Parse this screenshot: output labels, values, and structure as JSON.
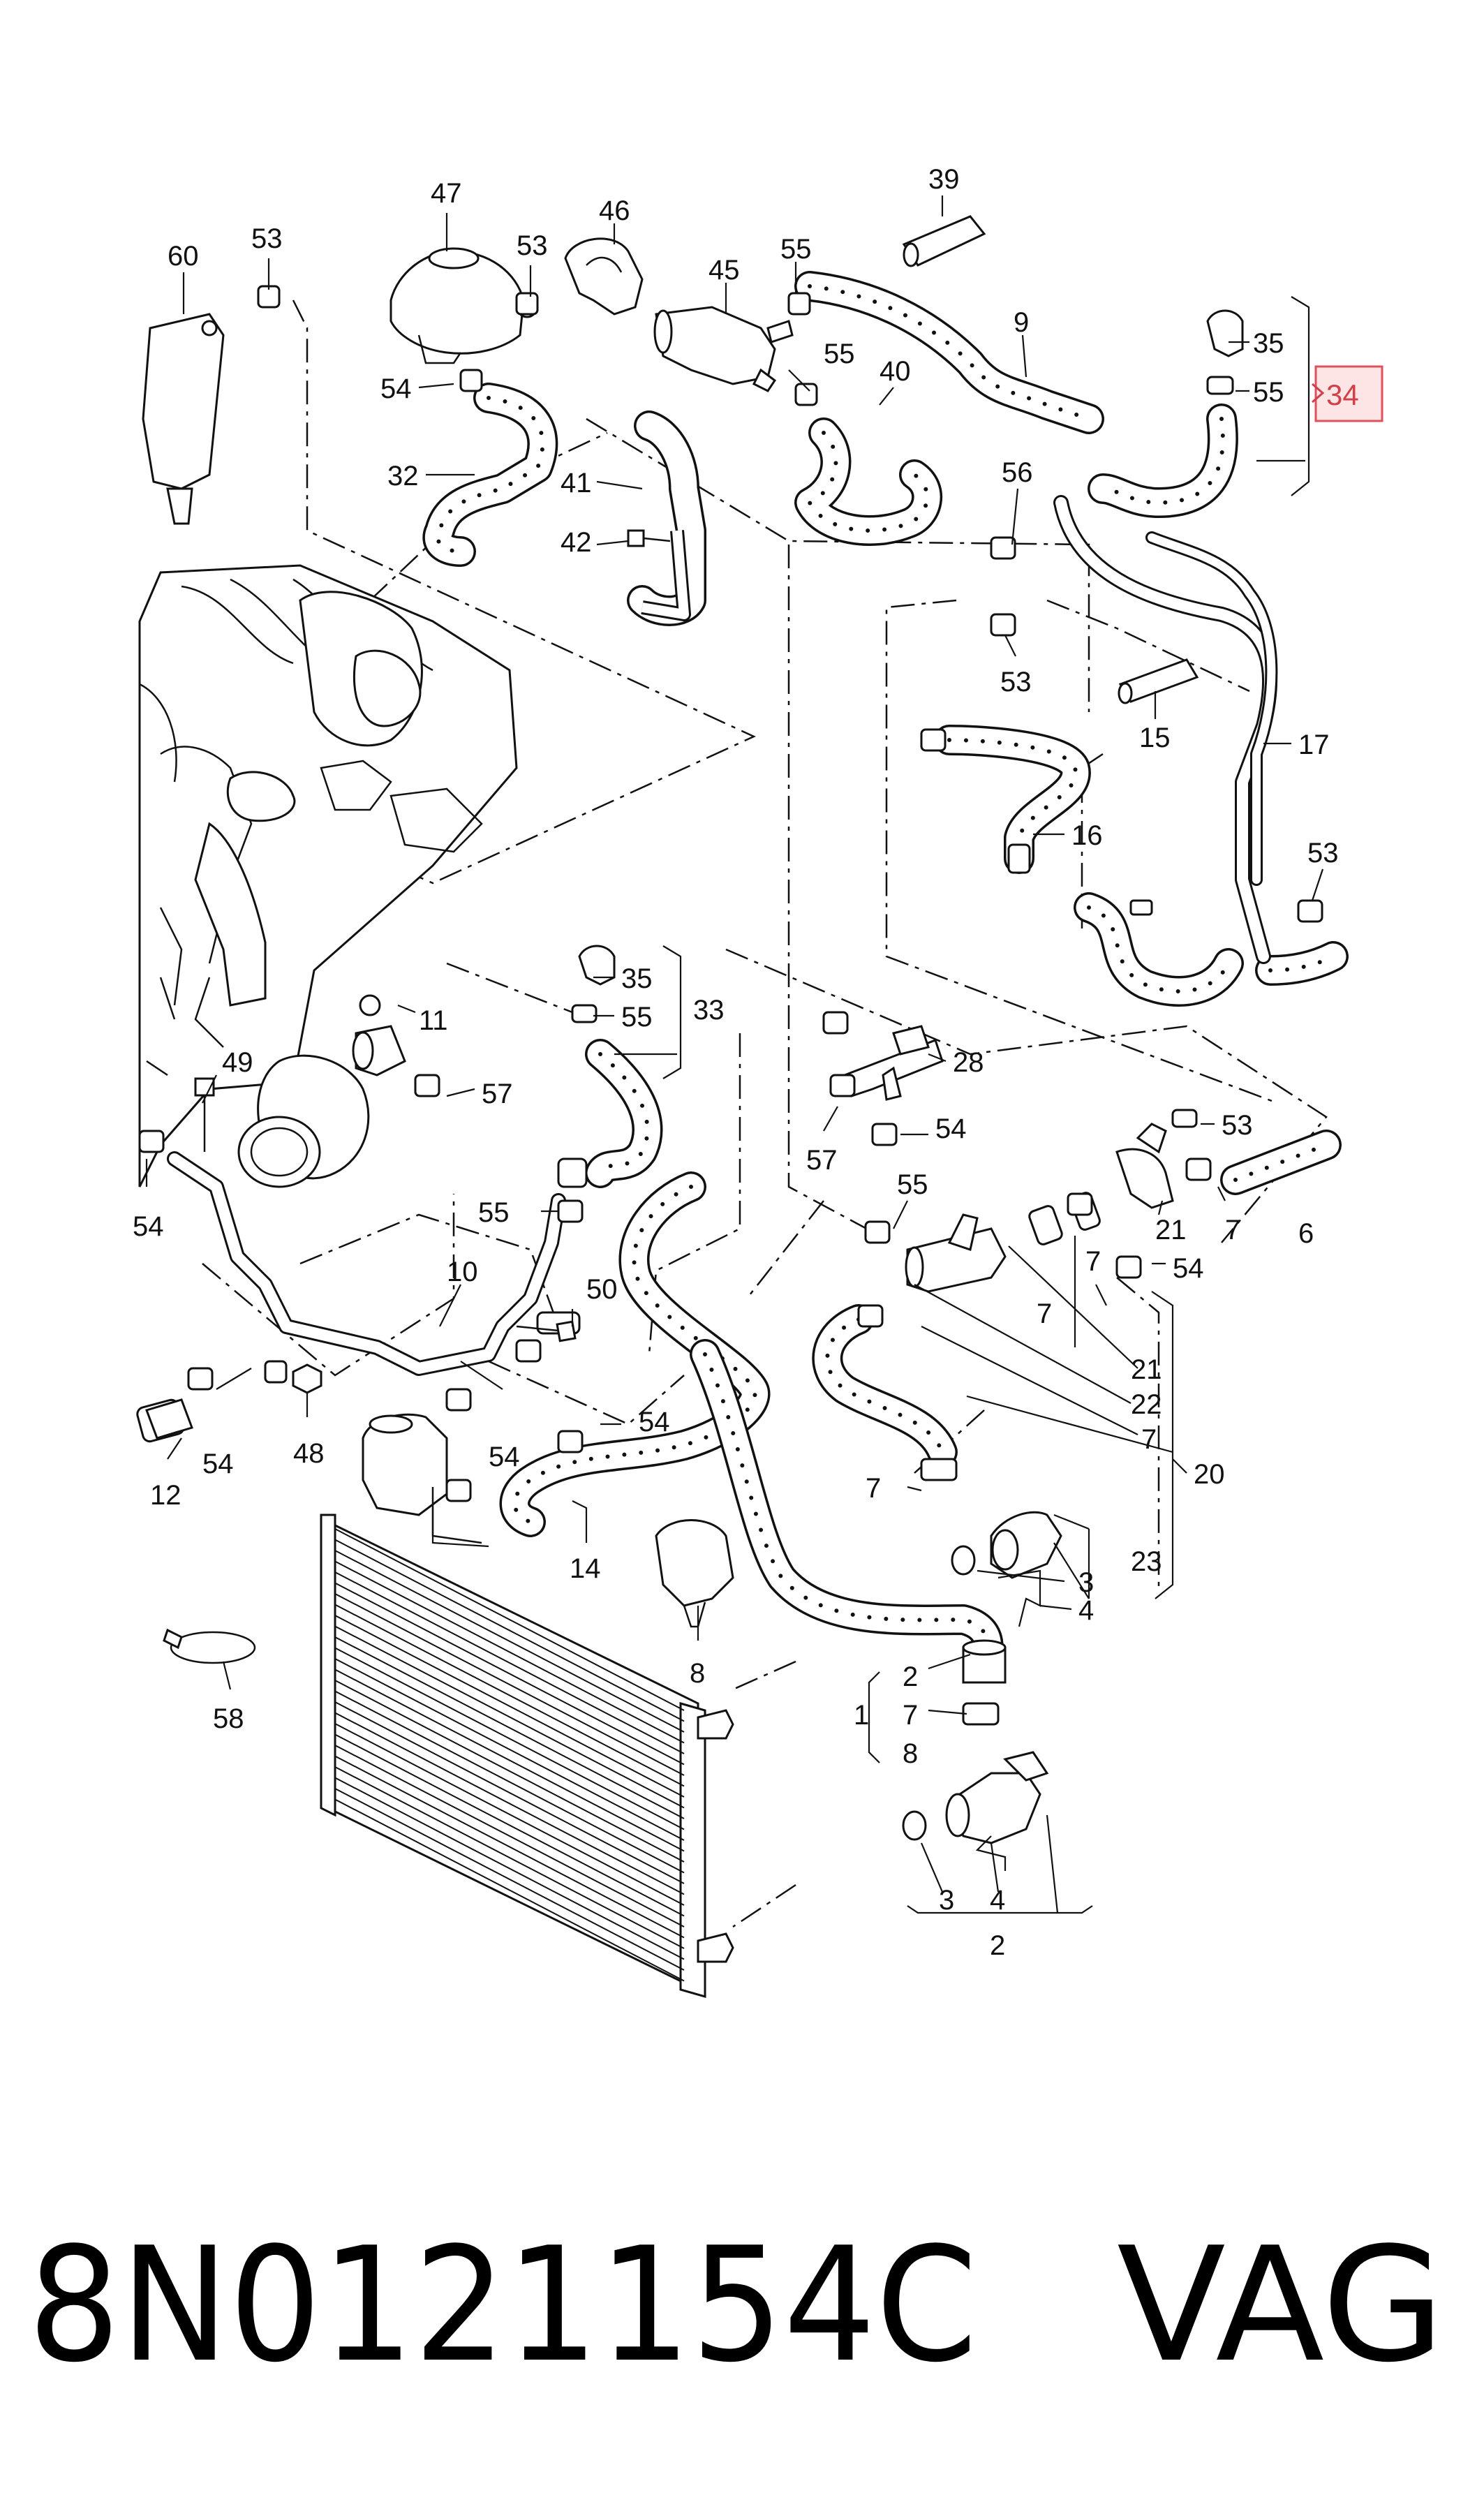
{
  "labels": {
    "l60": "60",
    "l53a": "53",
    "l47": "47",
    "l53b": "53",
    "l46": "46",
    "l45": "45",
    "l55a": "55",
    "l39": "39",
    "l9": "9",
    "l35a": "35",
    "l55b": "55",
    "l34": "34",
    "l54a": "54",
    "l55c": "55",
    "l40": "40",
    "l32": "32",
    "l41": "41",
    "l42": "42",
    "l56": "56",
    "l53c": "53",
    "l15": "15",
    "l17": "17",
    "l16": "16",
    "l53d": "53",
    "l35b": "35",
    "l55d": "55",
    "l33": "33",
    "l11": "11",
    "l49": "49",
    "l57a": "57",
    "l28": "28",
    "l57b": "57",
    "l54b": "54",
    "l53e": "53",
    "l54c": "54",
    "l55e": "55",
    "l55f": "55",
    "l21a": "21",
    "l7a": "7",
    "l7b": "7",
    "l6": "6",
    "l7c": "7",
    "l54d": "54",
    "l10": "10",
    "l50": "50",
    "l21b": "21",
    "l22": "22",
    "l7d": "7",
    "l54e": "54",
    "l48": "48",
    "l54f": "54",
    "l54g": "54",
    "l12": "12",
    "l7e": "7",
    "l20": "20",
    "l14": "14",
    "l23": "23",
    "l3a": "3",
    "l4a": "4",
    "l8": "8",
    "l58": "58",
    "l2a": "2",
    "l1": "1",
    "l7f": "7",
    "l8b": "8",
    "l3b": "3",
    "l4b": "4",
    "l2b": "2"
  },
  "highlight_label": "34",
  "footer": {
    "part_number": "8N0121154C",
    "brand": "VAG"
  },
  "colors": {
    "line": "#111111",
    "highlight_border": "#e0505a",
    "highlight_fill": "#fde5e5",
    "highlight_text": "#d0404a"
  },
  "icons": [
    "expansion-tank",
    "coolant-pump",
    "radiator",
    "hose",
    "clamp",
    "connector"
  ]
}
